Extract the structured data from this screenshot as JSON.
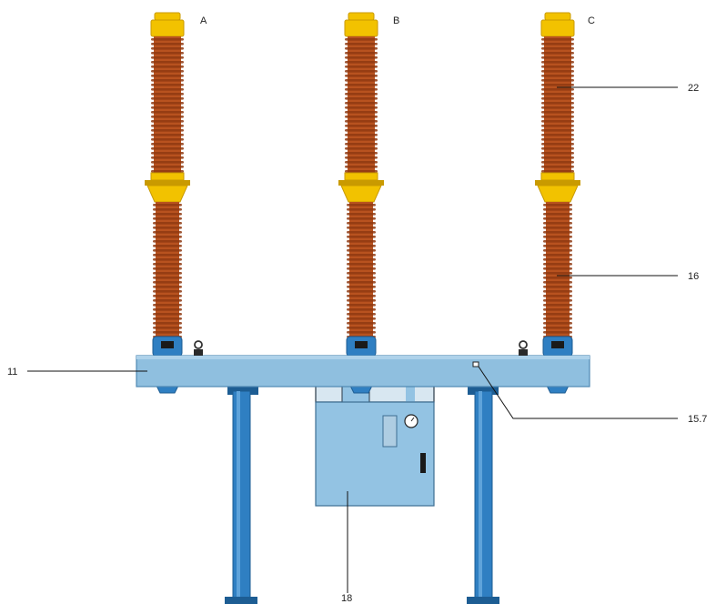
{
  "phases": [
    {
      "id": "pole-a",
      "label": "A"
    },
    {
      "id": "pole-b",
      "label": "B"
    },
    {
      "id": "pole-c",
      "label": "C"
    }
  ],
  "callouts": {
    "c22": "22",
    "c16": "16",
    "c11": "11",
    "c15_7": "15.7",
    "c18": "18"
  },
  "colors": {
    "insulator": "#b8521f",
    "insulator_rib": "#8f3a12",
    "flange": "#f2c200",
    "flange_dark": "#c99a00",
    "frame": "#8fbfdf",
    "frame_dark": "#4f88b3",
    "post": "#2f7fc2",
    "post_dark": "#1d5d93",
    "mechanism": "#93c3e3",
    "leader": "#111111"
  }
}
